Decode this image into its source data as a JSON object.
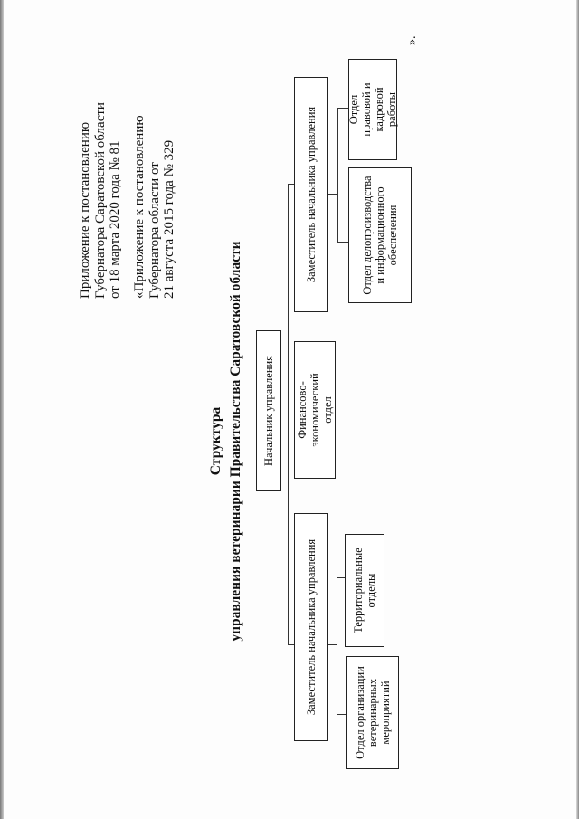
{
  "annotation": {
    "current": [
      "Приложение к постановлению",
      "Губернатора Саратовской области",
      "от 18 марта 2020 года № 81"
    ],
    "original": [
      "«Приложение к постановлению",
      "Губернатора области от",
      "21 августа 2015 года № 329"
    ]
  },
  "title": "Структура",
  "subtitle": "управления ветеринарии Правительства Саратовской области",
  "org": {
    "head": "Начальник управления",
    "finance": "Финансово-экономический отдел",
    "deputy_left": {
      "label": "Заместитель начальника управления",
      "children": [
        "Отдел организации ветеринарных мероприятий",
        "Территориальные отделы"
      ]
    },
    "deputy_right": {
      "label": "Заместитель начальника управления",
      "children": [
        "Отдел делопроизводства и информационного обеспечения",
        "Отдел правовой и кадровой работы"
      ]
    }
  },
  "closing_mark": "».",
  "colors": {
    "line": "#333333",
    "paper": "#fdfdfd"
  }
}
